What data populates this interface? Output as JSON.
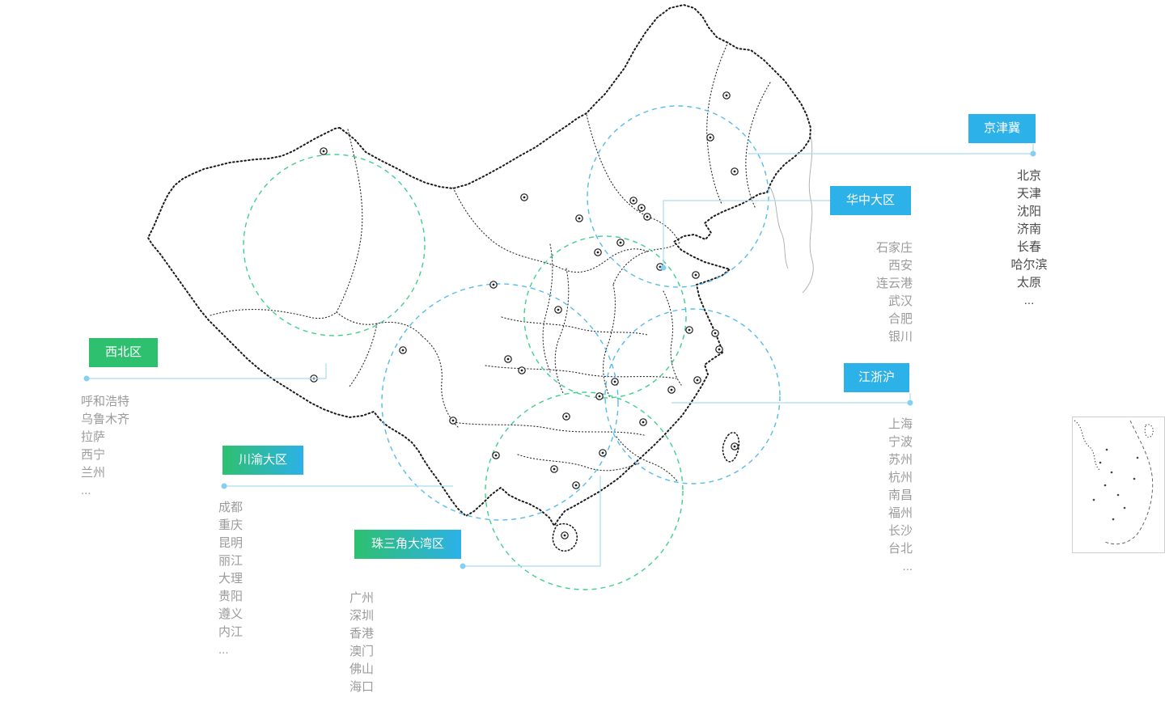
{
  "theme": {
    "blue": "#2cb1e8",
    "green": "#2ec06f",
    "connector": "#a9dcf4",
    "dot": "#84cff2",
    "circle_blue": "#57bce9",
    "circle_green": "#41cf8e",
    "city_gray": "#9b9b9b",
    "city_dark": "#4a4a4a",
    "map_ink": "#1b1b1b"
  },
  "regions": [
    {
      "id": "jingjinji",
      "label": "京津冀",
      "style": "blue",
      "cities": [
        "北京",
        "天津",
        "沈阳",
        "济南",
        "长春",
        "哈尔滨",
        "太原",
        "..."
      ]
    },
    {
      "id": "huazhong",
      "label": "华中大区",
      "style": "blue",
      "cities": [
        "石家庄",
        "西安",
        "连云港",
        "武汉",
        "合肥",
        "银川"
      ]
    },
    {
      "id": "xibei",
      "label": "西北区",
      "style": "green",
      "cities": [
        "呼和浩特",
        "乌鲁木齐",
        "拉萨",
        "西宁",
        "兰州",
        "..."
      ]
    },
    {
      "id": "chuanyu",
      "label": "川渝大区",
      "style": "gradient",
      "cities": [
        "成都",
        "重庆",
        "昆明",
        "丽江",
        "大理",
        "贵阳",
        "遵义",
        "内江",
        "..."
      ]
    },
    {
      "id": "zhusanjiao",
      "label": "珠三角大湾区",
      "style": "gradient",
      "cities": [
        "广州",
        "深圳",
        "香港",
        "澳门",
        "佛山",
        "海口",
        "..."
      ]
    },
    {
      "id": "jiangzhehu",
      "label": "江浙沪",
      "style": "blue",
      "cities": [
        "上海",
        "宁波",
        "苏州",
        "杭州",
        "南昌",
        "福州",
        "长沙",
        "台北",
        "..."
      ]
    }
  ]
}
